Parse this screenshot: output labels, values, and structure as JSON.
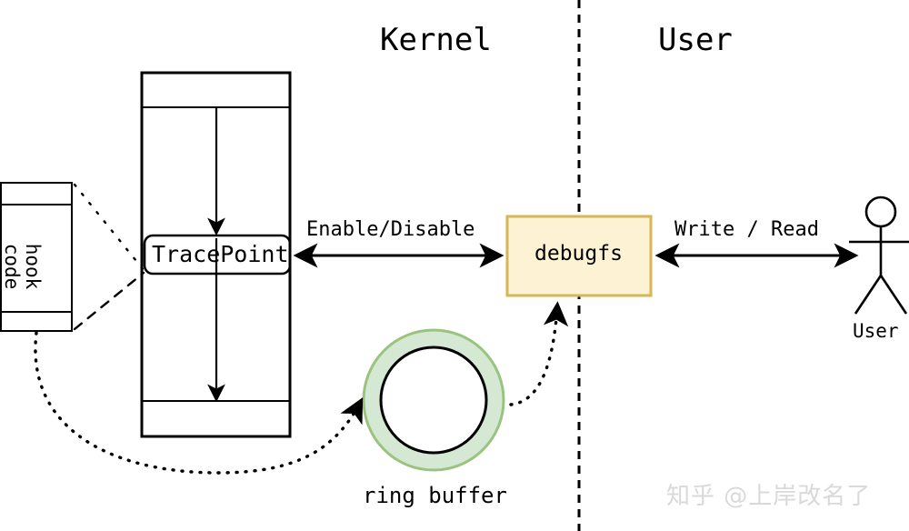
{
  "titles": {
    "kernel": "Kernel",
    "user": "User"
  },
  "nodes": {
    "hook_code": {
      "line1": "hook",
      "line2": "code"
    },
    "tracepoint": {
      "label": "TracePoint"
    },
    "debugfs": {
      "label": "debugfs",
      "fill": "#fdf3d4",
      "stroke": "#d6b656"
    },
    "ring_buffer": {
      "label": "ring buffer",
      "fill": "#d5e8d4",
      "stroke": "#9ac47e"
    },
    "actor": {
      "label": "User"
    }
  },
  "edges": {
    "enable_disable": "Enable/Disable",
    "write_read": "Write / Read"
  },
  "watermark": {
    "text": "知乎 @上岸改名了",
    "color": "#d9d9d9"
  },
  "style": {
    "stroke": "#000000",
    "divider": "kernel-user-dashed-line"
  }
}
